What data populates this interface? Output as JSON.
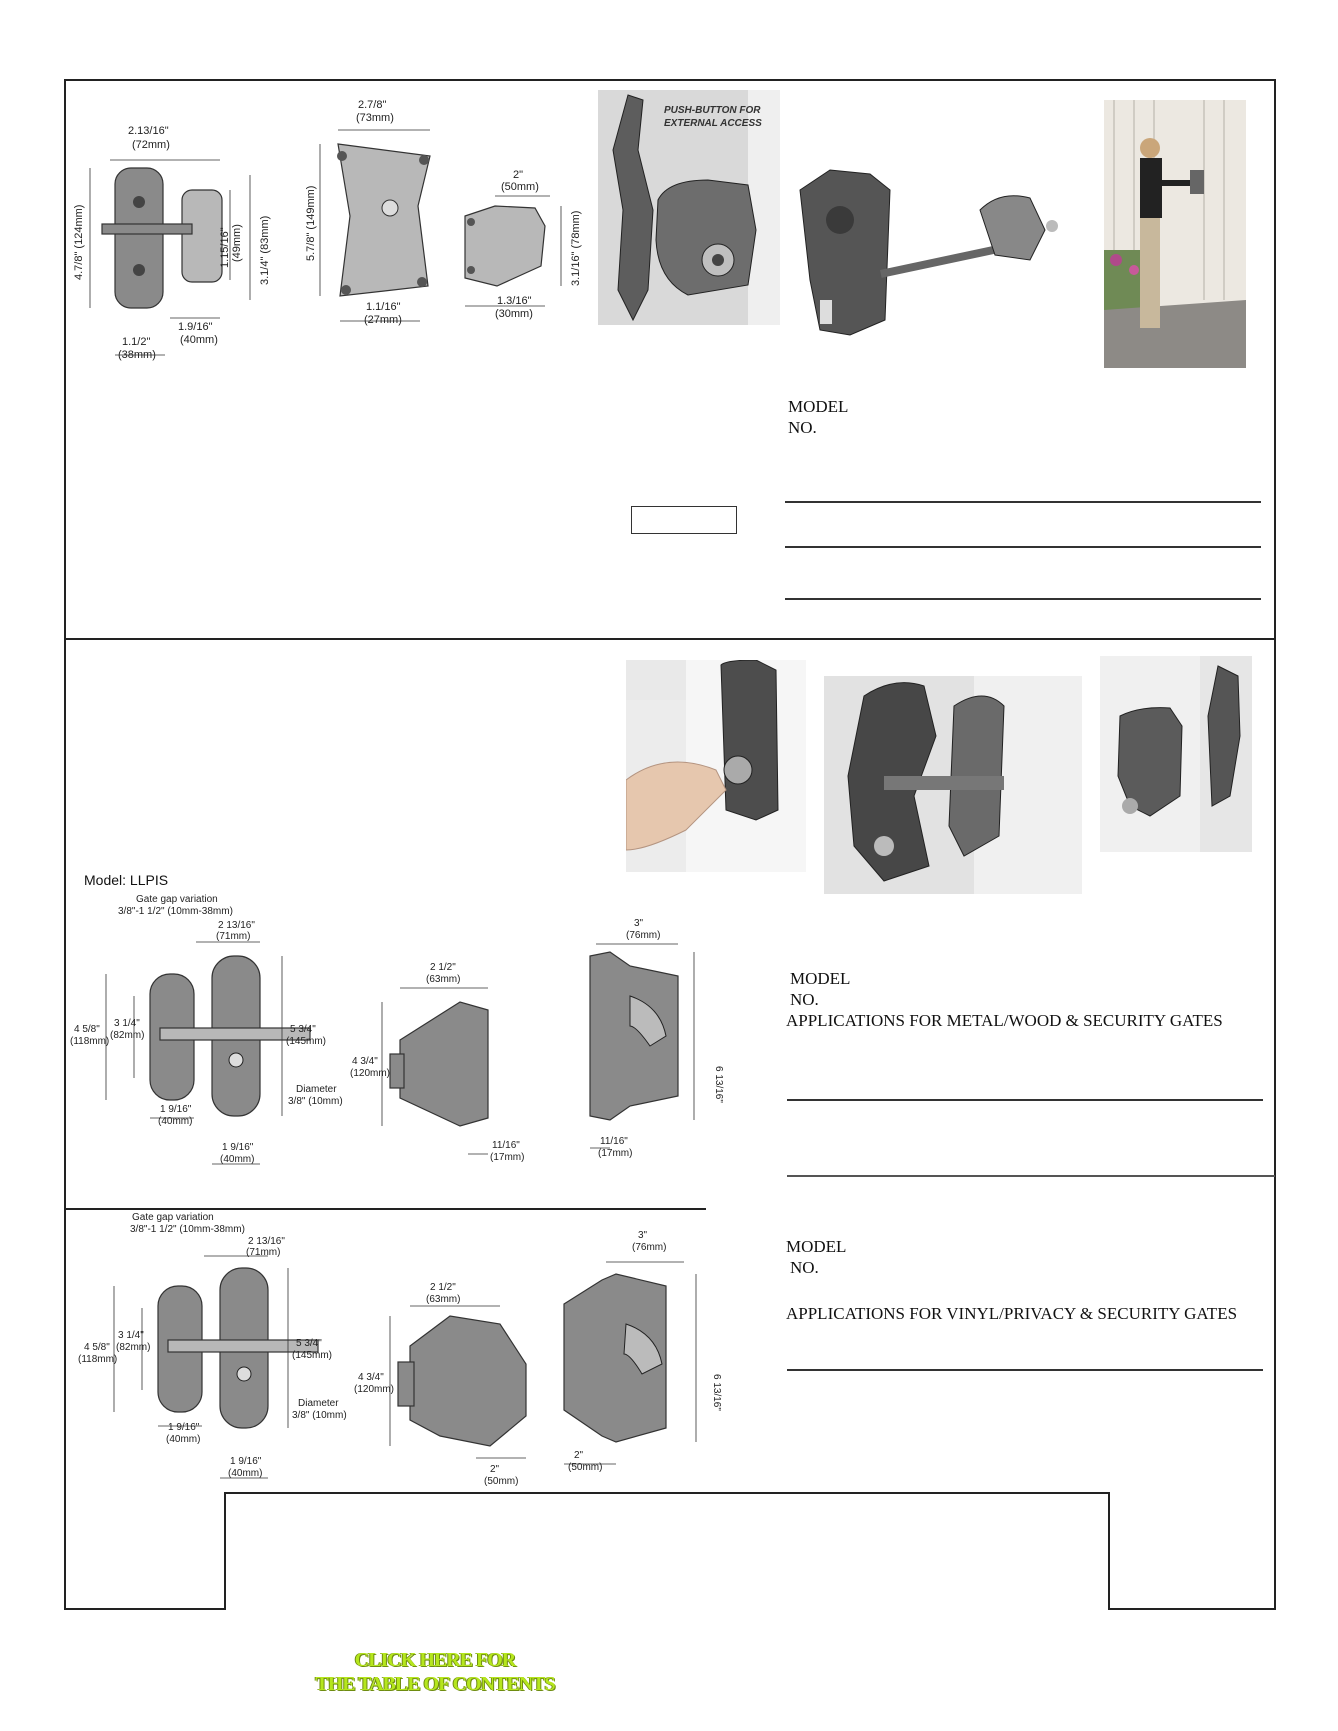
{
  "section1": {
    "drawing_left": {
      "dims": [
        "2.13/16\"",
        "(72mm)",
        "4.7/8\" (124mm)",
        "1.15/16\"",
        "(49mm)",
        "3.1/4\" (83mm)",
        "1.9/16\"",
        "(40mm)",
        "1.1/2\"",
        "(38mm)"
      ]
    },
    "drawing_mid": {
      "dims": [
        "2.7/8\"",
        "(73mm)",
        "5.7/8\" (149mm)",
        "1.1/16\"",
        "(27mm)"
      ]
    },
    "drawing_small": {
      "dims": [
        "2\"",
        "(50mm)",
        "3.1/16\" (78mm)",
        "1.3/16\"",
        "(30mm)"
      ]
    },
    "photo_caption": [
      "PUSH-BUTTON FOR",
      "EXTERNAL ACCESS"
    ],
    "model_label": [
      "MODEL",
      "NO."
    ]
  },
  "section2": {
    "model_title": "Model: LLPIS",
    "drawing_a": {
      "dims": [
        "Gate gap variation",
        "3/8\"-1 1/2\" (10mm-38mm)",
        "2 13/16\"",
        "(71mm)",
        "4 5/8\"",
        "(118mm)",
        "3 1/4\"",
        "(82mm)",
        "5 3/4\"",
        "(145mm)",
        "Diameter",
        "3/8\" (10mm)",
        "1 9/16\"",
        "(40mm)",
        "1 9/16\"",
        "(40mm)"
      ]
    },
    "drawing_b": {
      "dims": [
        "2 1/2\"",
        "(63mm)",
        "4 3/4\"",
        "(120mm)",
        "11/16\"",
        "(17mm)"
      ]
    },
    "drawing_c": {
      "dims": [
        "3\"",
        "(76mm)",
        "6 13/16\"",
        "11/16\"",
        "(17mm)"
      ]
    },
    "model_label": [
      "MODEL",
      "NO."
    ],
    "applications": "APPLICATIONS FOR METAL/WOOD & SECURITY GATES"
  },
  "section3": {
    "drawing_a": {
      "dims": [
        "Gate gap variation",
        "3/8\"-1 1/2\" (10mm-38mm)",
        "2 13/16\"",
        "(71mm)",
        "4 5/8\"",
        "(118mm)",
        "3 1/4\"",
        "(82mm)",
        "5 3/4\"",
        "(145mm)",
        "Diameter",
        "3/8\" (10mm)",
        "1 9/16\"",
        "(40mm)",
        "1 9/16\"",
        "(40mm)"
      ]
    },
    "drawing_b": {
      "dims": [
        "2 1/2\"",
        "(63mm)",
        "4 3/4\"",
        "(120mm)",
        "2\"",
        "(50mm)"
      ]
    },
    "drawing_c": {
      "dims": [
        "3\"",
        "(76mm)",
        "6 13/16\"",
        "2\"",
        "(50mm)"
      ]
    },
    "model_label": [
      "MODEL",
      "NO."
    ],
    "applications": "APPLICATIONS FOR VINYL/PRIVACY & SECURITY GATES"
  },
  "toc_link": [
    "CLICK HERE FOR",
    "THE TABLE OF CONTENTS"
  ],
  "colors": {
    "toc": "#b5e61d",
    "frame": "#222222"
  }
}
